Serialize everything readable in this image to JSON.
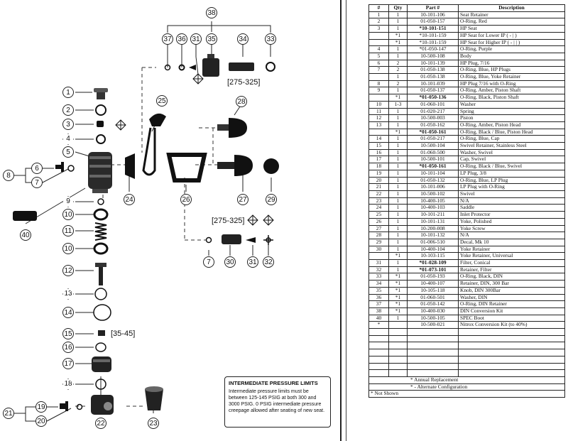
{
  "diagram": {
    "callouts": [
      "1",
      "2",
      "3",
      "4",
      "5",
      "6",
      "7",
      "8",
      "9",
      "10",
      "11",
      "10",
      "12",
      "13",
      "14",
      "15",
      "16",
      "17",
      "18",
      "19",
      "20",
      "21",
      "22",
      "23",
      "24",
      "25",
      "26",
      "27",
      "28",
      "29",
      "30",
      "31",
      "32",
      "33",
      "34",
      "35",
      "36",
      "37",
      "38",
      "31",
      "7",
      "40"
    ],
    "ranges": {
      "r1": "[275-325]",
      "r2": "[275-325]",
      "r3": "[35-45]"
    },
    "ip_box": {
      "title": "INTERMEDIATE PRESSURE LIMITS",
      "body": "Intermediate pressure limits must be between 125-145 PSIG at both 300 and 3000 PSIG. 0 PSIG intermediate pressure creepage allowed after seating of new seat."
    }
  },
  "parts_table": {
    "headers": [
      "#",
      "Qty",
      "Part #",
      "Description"
    ],
    "rows": [
      {
        "num": "1",
        "qty": "1",
        "part": "10-101-106",
        "desc": "Seat Retainer",
        "bold": false
      },
      {
        "num": "2",
        "qty": "1",
        "part": "01-050-157",
        "desc": "O-Ring, Red",
        "bold": false
      },
      {
        "num": "3",
        "qty": "1",
        "part": "*10-101-151",
        "desc": "HP Seat",
        "bold": true
      },
      {
        "num": "",
        "qty": "*1",
        "part": "*10-101-159",
        "desc": "HP Seat for Lower IP ( - | )",
        "bold": false
      },
      {
        "num": "",
        "qty": "*1",
        "part": "*10-101-159",
        "desc": "HP Seat for Higher IP ( - | | )",
        "bold": false
      },
      {
        "num": "4",
        "qty": "1",
        "part": "*01-050-147",
        "desc": "O-Ring, Purple",
        "bold": false
      },
      {
        "num": "5",
        "qty": "1",
        "part": "10-500-108",
        "desc": "Body",
        "bold": false
      },
      {
        "num": "6",
        "qty": "2",
        "part": "10-101-139",
        "desc": "HP Plug, 7/16",
        "bold": false
      },
      {
        "num": "7",
        "qty": "2",
        "part": "01-050-138",
        "desc": "O-Ring, Blue, HP Plugs",
        "bold": false
      },
      {
        "num": "",
        "qty": "1",
        "part": "01-050-138",
        "desc": "O-Ring, Blue, Yoke Retainer",
        "bold": false
      },
      {
        "num": "8",
        "qty": "2",
        "part": "10-101-039",
        "desc": "HP Plug 7/16 with O-Ring",
        "bold": false
      },
      {
        "num": "9",
        "qty": "1",
        "part": "01-050-137",
        "desc": "O-Ring, Amber, Piston Shaft",
        "bold": false
      },
      {
        "num": "",
        "qty": "*1",
        "part": "*01-050-136",
        "desc": "O-Ring, Black, Piston Shaft",
        "bold": true
      },
      {
        "num": "10",
        "qty": "1-3",
        "part": "01-060-101",
        "desc": "Washer",
        "bold": false
      },
      {
        "num": "11",
        "qty": "1",
        "part": "01-020-217",
        "desc": "Spring",
        "bold": false
      },
      {
        "num": "12",
        "qty": "1",
        "part": "10-500-003",
        "desc": "Piston",
        "bold": false
      },
      {
        "num": "13",
        "qty": "1",
        "part": "01-050-162",
        "desc": "O-Ring, Amber, Piston Head",
        "bold": false
      },
      {
        "num": "",
        "qty": "*1",
        "part": "*01-050-161",
        "desc": "O-Ring, Black / Blue, Piston Head",
        "bold": true
      },
      {
        "num": "14",
        "qty": "1",
        "part": "01-050-217",
        "desc": "O-Ring, Blue, Cap",
        "bold": false
      },
      {
        "num": "15",
        "qty": "1",
        "part": "10-500-104",
        "desc": "Swivel Retainer, Stainless Steel",
        "bold": false
      },
      {
        "num": "16",
        "qty": "1",
        "part": "01-060-500",
        "desc": "Washer, Swivel",
        "bold": false
      },
      {
        "num": "17",
        "qty": "1",
        "part": "10-500-101",
        "desc": "Cap, Swivel",
        "bold": false
      },
      {
        "num": "18",
        "qty": "1",
        "part": "*01-050-161",
        "desc": "O-Ring, Black / Blue, Swivel",
        "bold": true
      },
      {
        "num": "19",
        "qty": "1",
        "part": "10-101-104",
        "desc": "LP Plug, 3/8",
        "bold": false
      },
      {
        "num": "20",
        "qty": "1",
        "part": "01-050-132",
        "desc": "O-Ring, Blue, LP Plug",
        "bold": false
      },
      {
        "num": "21",
        "qty": "1",
        "part": "10-101-006",
        "desc": "LP Plug with O-Ring",
        "bold": false
      },
      {
        "num": "22",
        "qty": "1",
        "part": "10-500-102",
        "desc": "Swivel",
        "bold": false
      },
      {
        "num": "23",
        "qty": "1",
        "part": "10-400-105",
        "desc": "N/A",
        "bold": false
      },
      {
        "num": "24",
        "qty": "1",
        "part": "10-400-103",
        "desc": "Saddle",
        "bold": false
      },
      {
        "num": "25",
        "qty": "1",
        "part": "10-101-211",
        "desc": "Inlet Protector",
        "bold": false
      },
      {
        "num": "26",
        "qty": "1",
        "part": "10-101-131",
        "desc": "Yoke, Polished",
        "bold": false
      },
      {
        "num": "27",
        "qty": "1",
        "part": "10-200-008",
        "desc": "Yoke Screw",
        "bold": false
      },
      {
        "num": "28",
        "qty": "1",
        "part": "10-101-132",
        "desc": "N/A",
        "bold": false
      },
      {
        "num": "29",
        "qty": "1",
        "part": "01-006-510",
        "desc": "Decal, Mk 10",
        "bold": false
      },
      {
        "num": "30",
        "qty": "1",
        "part": "10-400-104",
        "desc": "Yoke Retainer",
        "bold": false
      },
      {
        "num": "",
        "qty": "*1",
        "part": "10-103-115",
        "desc": "Yoke Retainer, Universal",
        "bold": false
      },
      {
        "num": "31",
        "qty": "1",
        "part": "*01-028-109",
        "desc": "Filter, Conical",
        "bold": true
      },
      {
        "num": "32",
        "qty": "1",
        "part": "*01-073-101",
        "desc": "Retainer, Filter",
        "bold": true
      },
      {
        "num": "33",
        "qty": "*1",
        "part": "01-050-193",
        "desc": "O-Ring, Black, DIN",
        "bold": false
      },
      {
        "num": "34",
        "qty": "*1",
        "part": "10-400-107",
        "desc": "Retainer, DIN, 300 Bar",
        "bold": false
      },
      {
        "num": "35",
        "qty": "*1",
        "part": "10-105-118",
        "desc": "Knob, DIN 300Bar",
        "bold": false
      },
      {
        "num": "36",
        "qty": "*1",
        "part": "01-060-501",
        "desc": "Washer, DIN",
        "bold": false
      },
      {
        "num": "37",
        "qty": "*1",
        "part": "01-050-142",
        "desc": "O-Ring, DIN Retainer",
        "bold": false
      },
      {
        "num": "38",
        "qty": "*1",
        "part": "10-400-030",
        "desc": "DIN Conversion Kit",
        "bold": false
      },
      {
        "num": "40",
        "qty": "1",
        "part": "10-500-105",
        "desc": "SPEC Boot",
        "bold": false
      },
      {
        "num": "*",
        "qty": "",
        "part": "10-500-021",
        "desc": "Nitrox Conversion Kit (to 40%)",
        "bold": false
      }
    ],
    "blank_rows": 7,
    "notes": [
      "* Annual Replacement",
      "* - Alternate Configuration",
      "* Not Shown"
    ]
  }
}
